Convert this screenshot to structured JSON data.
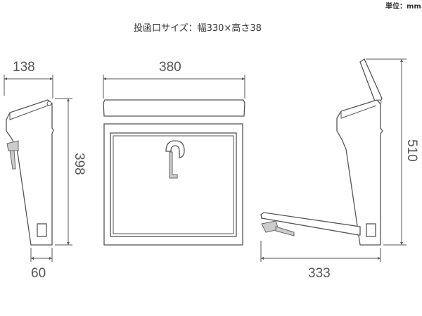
{
  "unit_label": "単位：mm",
  "slot_label": "投函口サイズ：幅330×高さ38",
  "dimensions": {
    "side_depth": "138",
    "side_height": "398",
    "side_bottom": "60",
    "front_width": "380",
    "open_depth": "333",
    "open_height": "510"
  },
  "colors": {
    "line": "#555555",
    "text": "#555555",
    "handle_fill": "#cccccc"
  }
}
